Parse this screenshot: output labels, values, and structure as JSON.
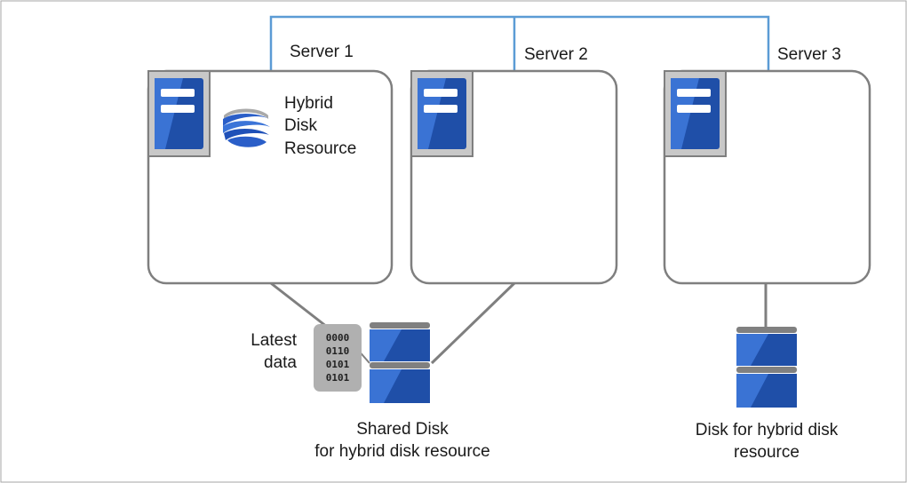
{
  "servers": [
    {
      "label": "Server 1"
    },
    {
      "label": "Server 2"
    },
    {
      "label": "Server 3"
    }
  ],
  "resource": {
    "line1": "Hybrid",
    "line2": "Disk",
    "line3": "Resource",
    "icon": "hybrid-disk-resource-icon"
  },
  "latest_data": {
    "line1": "Latest",
    "line2": "data",
    "bits": [
      "0000",
      "0110",
      "0101",
      "0101"
    ],
    "icon": "binary-data-icon"
  },
  "shared_disk": {
    "line1": "Shared Disk",
    "line2": "for hybrid disk resource",
    "icon": "disk-icon"
  },
  "local_disk": {
    "line1": "Disk for hybrid disk",
    "line2": "resource",
    "icon": "disk-icon"
  },
  "colors": {
    "network_line": "#5b9bd5",
    "box_border": "#7f7f7f",
    "server_blue": "#1f4fa8",
    "server_blue_light": "#3a73d4",
    "disk_cap": "#808080",
    "data_bg": "#b0b0b0"
  }
}
